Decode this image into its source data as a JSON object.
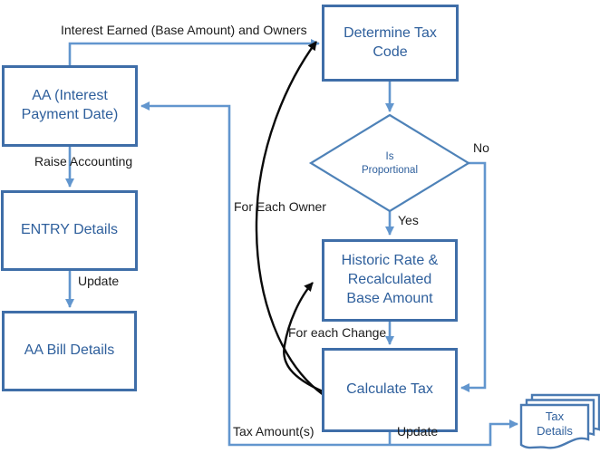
{
  "colors": {
    "box_border": "#3f6ea8",
    "box_text": "#2e5f9c",
    "connector_blue": "#6296ce",
    "diamond_border": "#4e82b8",
    "loop_black": "#0a0a0a",
    "label_text": "#1b1b1b",
    "document_border": "#4a7ab2",
    "background": "#ffffff"
  },
  "nodes": {
    "aa": {
      "label": "AA (Interest Payment Date)"
    },
    "entry": {
      "label": "ENTRY Details"
    },
    "aa_bill": {
      "label": "AA Bill Details"
    },
    "determine": {
      "label": "Determine Tax Code"
    },
    "decision": {
      "label": "Is Proportional"
    },
    "historic": {
      "label": "Historic Rate & Recalculated Base Amount"
    },
    "calculate": {
      "label": "Calculate Tax"
    },
    "tax_details": {
      "label": "Tax Details"
    }
  },
  "edge_labels": {
    "interest_earned": "Interest Earned (Base Amount) and Owners",
    "raise_accounting": "Raise Accounting",
    "update_left": "Update",
    "no": "No",
    "yes": "Yes",
    "for_each_owner": "For Each Owner",
    "for_each_change": "For each Change",
    "tax_amounts": "Tax Amount(s)",
    "update_bottom": "Update"
  }
}
